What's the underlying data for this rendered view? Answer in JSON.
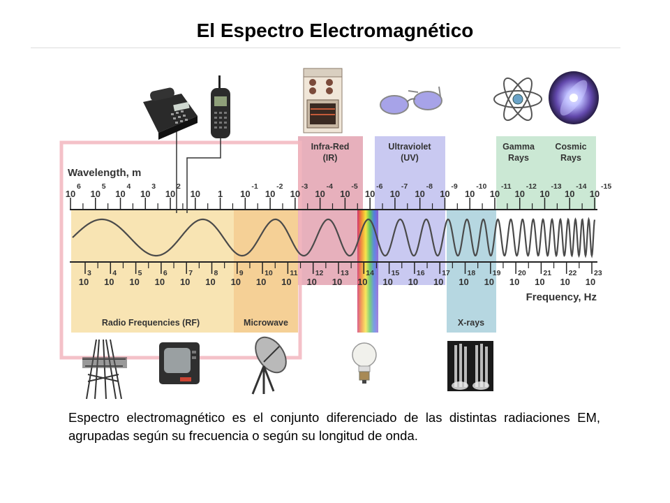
{
  "title": "El Espectro Electromagnético",
  "caption": "Espectro electromagnético es el conjunto diferenciado de las distintas radiaciones EM, agrupadas según su frecuencia o según su longitud de onda.",
  "wavelength_axis": {
    "label": "Wavelength, m",
    "exponents": [
      "6",
      "5",
      "4",
      "3",
      "2",
      "",
      "",
      "-1",
      "-2",
      "-3",
      "-4",
      "-5",
      "-6",
      "-7",
      "-8",
      "-9",
      "-10",
      "-11",
      "-12",
      "-13",
      "-14",
      "-15"
    ],
    "bases": [
      "10",
      "10",
      "10",
      "10",
      "10",
      "10",
      "1",
      "10",
      "10",
      "10",
      "10",
      "10",
      "10",
      "10",
      "10",
      "10",
      "10",
      "10",
      "10",
      "10",
      "10",
      "10"
    ]
  },
  "frequency_axis": {
    "label": "Frequency, Hz",
    "exponents": [
      "3",
      "4",
      "5",
      "6",
      "7",
      "8",
      "9",
      "10",
      "11",
      "12",
      "13",
      "14",
      "15",
      "16",
      "17",
      "18",
      "19",
      "20",
      "21",
      "22",
      "23"
    ]
  },
  "bands": {
    "infrared": {
      "line1": "Infra-Red",
      "line2": "(IR)"
    },
    "ultraviolet": {
      "line1": "Ultraviolet",
      "line2": "(UV)"
    },
    "gamma": {
      "line1": "Gamma",
      "line2": "Rays"
    },
    "cosmic": {
      "line1": "Cosmic",
      "line2": "Rays"
    },
    "radio": "Radio Frequencies (RF)",
    "microwave": "Microwave",
    "xrays": "X-rays"
  },
  "colors": {
    "radio": "#f7dfa6",
    "microwave": "#f3c884",
    "infrared": "#dd8f9f",
    "ultraviolet": "#b7b7ec",
    "xray": "#a9d0dc",
    "gamma_cosmic": "#c5e5cf",
    "highlight_box": "#f2b6be"
  }
}
